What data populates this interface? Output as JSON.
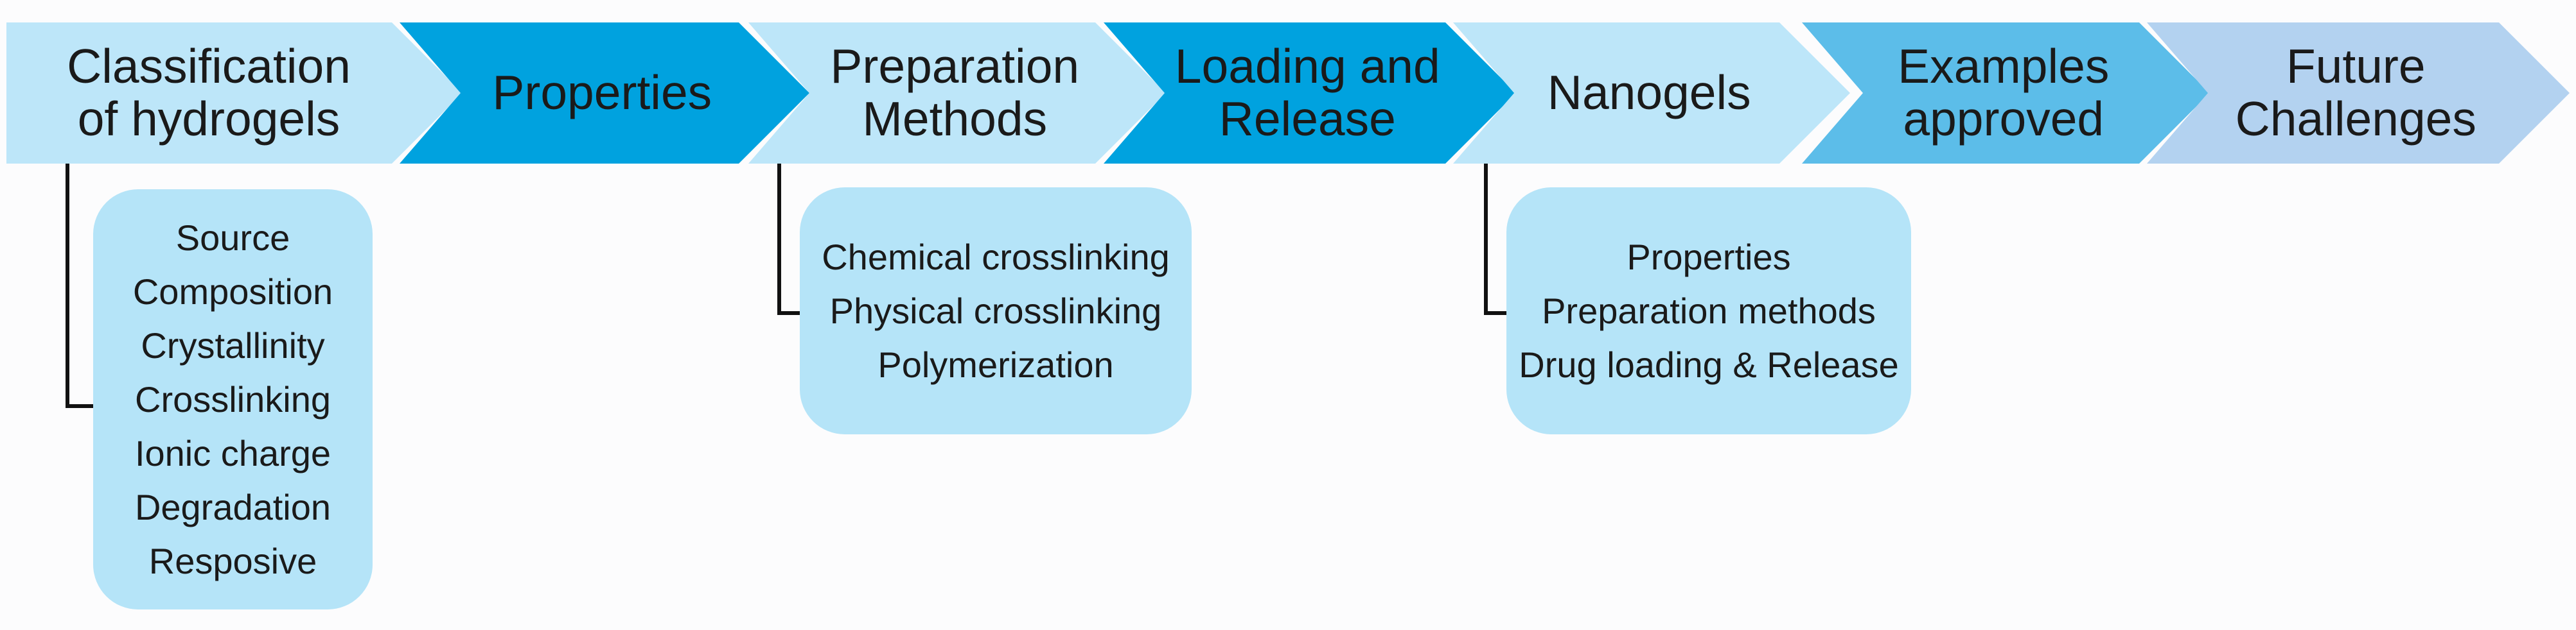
{
  "steps": [
    {
      "lines": [
        "Classification",
        "of hydrogels"
      ],
      "color": "#bde6f9"
    },
    {
      "lines": [
        "Properties"
      ],
      "color": "#00a2df"
    },
    {
      "lines": [
        "Preparation",
        "Methods"
      ],
      "color": "#bde6f9"
    },
    {
      "lines": [
        "Loading and",
        "Release"
      ],
      "color": "#00a2df"
    },
    {
      "lines": [
        "Nanogels"
      ],
      "color": "#bde6f9"
    },
    {
      "lines": [
        "Examples",
        "approved"
      ],
      "color": "#5cbde9"
    },
    {
      "lines": [
        "Future",
        "Challenges"
      ],
      "color": "#b3d2f0"
    }
  ],
  "details": {
    "classification": [
      "Source",
      "Composition",
      "Crystallinity",
      "Crosslinking",
      "Ionic charge",
      "Degradation",
      "Resposive"
    ],
    "preparation": [
      "Chemical crosslinking",
      "Physical crosslinking",
      "Polymerization"
    ],
    "nanogels": [
      "Properties",
      "Preparation methods",
      "Drug loading & Release"
    ]
  },
  "colors": {
    "box_fill": "#b5e4f8",
    "connector": "#111111",
    "text": "#1a1a1a"
  }
}
